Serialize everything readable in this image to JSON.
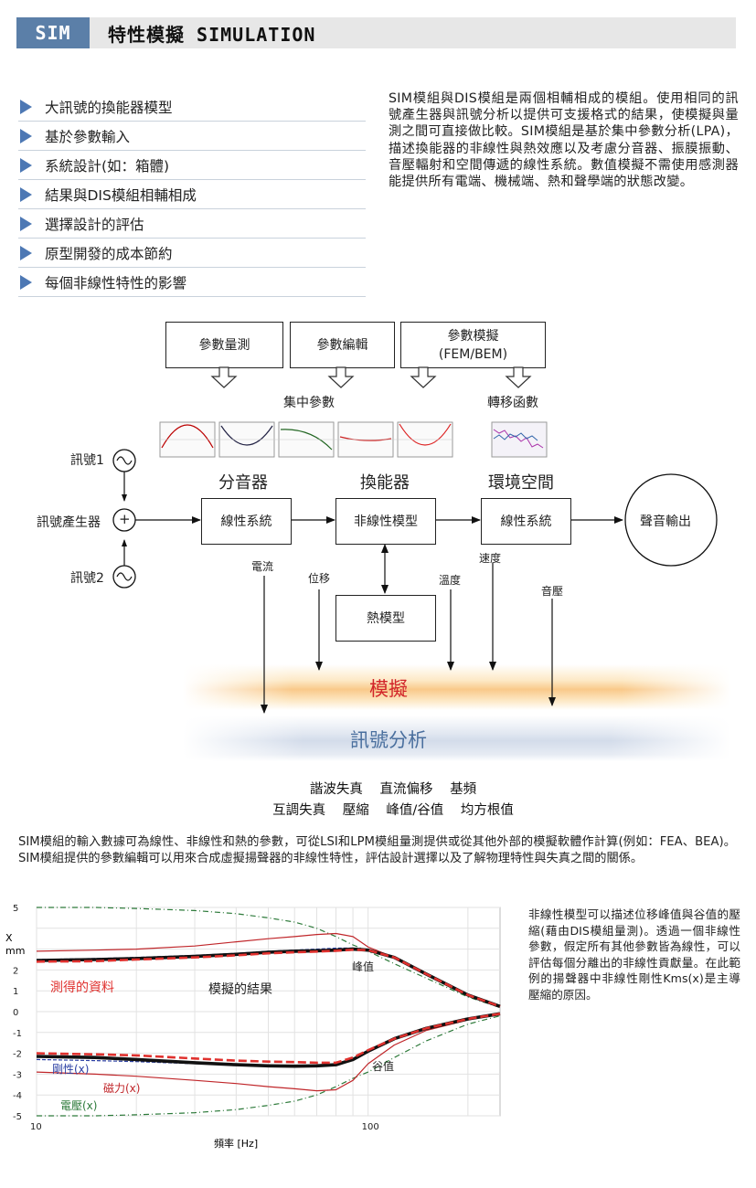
{
  "header": {
    "badge": "SIM",
    "title": "特性模擬 SIMULATION"
  },
  "features": [
    "大訊號的換能器模型",
    "基於參數輸入",
    "系統設計(如：箱體)",
    "結果與DIS模組相輔相成",
    "選擇設計的評估",
    "原型開發的成本節約",
    "每個非線性特性的影響"
  ],
  "intro": "SIM模組與DIS模組是兩個相輔相成的模組。使用相同的訊號產生器與訊號分析以提供可支援格式的結果，使模擬與量測之間可直接做比較。SIM模組是基於集中參數分析(LPA)，描述換能器的非線性與熱效應以及考慮分音器、振膜振動、音壓輻射和空間傳遞的線性系統。數值模擬不需使用感測器能提供所有電端、機械端、熱和聲學端的狀態改變。",
  "diagram": {
    "top_boxes": [
      "參數量測",
      "參數編輯",
      "參數模擬",
      "(FEM/BEM)"
    ],
    "lumped_label": "集中參數",
    "transfer_label": "轉移函數",
    "signal1": "訊號1",
    "signal2": "訊號2",
    "generator": "訊號產生器",
    "plus": "+",
    "crossover_title": "分音器",
    "transducer_title": "換能器",
    "environment_title": "環境空間",
    "linear_system": "線性系統",
    "nonlinear_model": "非線性模型",
    "linear_system2": "線性系統",
    "sound_output": "聲音輸出",
    "thermal_model": "熱模型",
    "current": "電流",
    "displacement": "位移",
    "temperature": "溫度",
    "velocity": "速度",
    "pressure": "音壓",
    "simulation_band": "模擬",
    "analysis_band": "訊號分析"
  },
  "metrics_line1": "諧波失真 直流偏移 基頻",
  "metrics_line2": "互調失真 壓縮 峰值/谷值 均方根值",
  "paragraph2": "SIM模組的輸入數據可為線性、非線性和熱的參數，可從LSI和LPM模組量測提供或從其他外部的模擬軟體作計算(例如：FEA、BEA)。SIM模組提供的參數編輯可以用來合成虛擬揚聲器的非線性特性，評估設計選擇以及了解物理特性與失真之間的關係。",
  "chart_note": "非線性模型可以描述位移峰值與谷值的壓縮(藉由DIS模組量測)。透過一個非線性參數，假定所有其他參數皆為線性，可以評估每個分離出的非線性貢獻量。在此範例的揚聲器中非線性剛性Kms(x)是主導壓縮的原因。",
  "chart_data": {
    "type": "line",
    "xlabel": "頻率 [Hz]",
    "ylabel": "X\nmm",
    "xscale": "log",
    "xlim": [
      10,
      250
    ],
    "ylim": [
      -5,
      5
    ],
    "xticks": [
      "10",
      "100"
    ],
    "yticks": [
      "5",
      "2",
      "1",
      "0",
      "-1",
      "-2",
      "-3",
      "-4",
      "-5"
    ],
    "grid": true,
    "annotations": {
      "peak": "峰值",
      "valley": "谷值",
      "measured": "測得的資料",
      "simulated": "模擬的結果",
      "stiffness": "剛性(x)",
      "magnetic": "磁力(x)",
      "voltage": "電壓(x)"
    },
    "colors": {
      "measured": "#e0312e",
      "simulated": "#111111",
      "stiffness": "#2b3fa3",
      "magnetic": "#c0262a",
      "voltage": "#2d7a3a"
    },
    "x": [
      10,
      15,
      20,
      30,
      40,
      50,
      60,
      70,
      80,
      90,
      100,
      120,
      150,
      200,
      250
    ],
    "series": [
      {
        "key": "sim_peak",
        "values": [
          2.45,
          2.5,
          2.55,
          2.65,
          2.75,
          2.85,
          2.9,
          2.92,
          2.95,
          3.0,
          2.95,
          2.6,
          1.8,
          0.8,
          0.25
        ]
      },
      {
        "key": "meas_peak",
        "values": [
          2.4,
          2.42,
          2.5,
          2.6,
          2.7,
          2.8,
          2.85,
          2.88,
          2.92,
          2.97,
          2.95,
          2.6,
          1.8,
          0.8,
          0.25
        ]
      },
      {
        "key": "stiff_peak",
        "values": [
          2.5,
          2.55,
          2.6,
          2.7,
          2.8,
          2.9,
          2.95,
          3.0,
          3.05,
          3.05,
          2.95,
          2.6,
          1.8,
          0.8,
          0.25
        ]
      },
      {
        "key": "mag_peak",
        "values": [
          2.9,
          2.95,
          3.0,
          3.15,
          3.35,
          3.5,
          3.6,
          3.7,
          3.75,
          3.6,
          3.1,
          2.6,
          1.8,
          0.8,
          0.25
        ]
      },
      {
        "key": "volt_peak",
        "values": [
          5.0,
          5.0,
          4.95,
          4.85,
          4.7,
          4.5,
          4.3,
          4.0,
          3.6,
          3.2,
          2.9,
          2.3,
          1.6,
          0.7,
          0.2
        ]
      },
      {
        "key": "sim_valley",
        "values": [
          -2.15,
          -2.2,
          -2.3,
          -2.45,
          -2.55,
          -2.6,
          -2.62,
          -2.6,
          -2.55,
          -2.3,
          -1.9,
          -1.3,
          -0.8,
          -0.35,
          -0.1
        ]
      },
      {
        "key": "meas_valley",
        "values": [
          -2.0,
          -2.05,
          -2.1,
          -2.25,
          -2.35,
          -2.4,
          -2.42,
          -2.45,
          -2.45,
          -2.2,
          -1.85,
          -1.3,
          -0.8,
          -0.35,
          -0.1
        ]
      },
      {
        "key": "stiff_valley",
        "values": [
          -2.3,
          -2.35,
          -2.4,
          -2.5,
          -2.55,
          -2.6,
          -2.62,
          -2.6,
          -2.55,
          -2.3,
          -1.9,
          -1.3,
          -0.8,
          -0.35,
          -0.1
        ]
      },
      {
        "key": "mag_valley",
        "values": [
          -2.9,
          -3.0,
          -3.1,
          -3.3,
          -3.45,
          -3.6,
          -3.7,
          -3.8,
          -3.75,
          -3.3,
          -2.5,
          -1.6,
          -0.9,
          -0.4,
          -0.1
        ]
      },
      {
        "key": "volt_valley",
        "values": [
          -5.0,
          -5.0,
          -4.95,
          -4.85,
          -4.7,
          -4.5,
          -4.3,
          -4.0,
          -3.6,
          -3.2,
          -2.9,
          -2.2,
          -1.4,
          -0.6,
          -0.2
        ]
      }
    ]
  }
}
